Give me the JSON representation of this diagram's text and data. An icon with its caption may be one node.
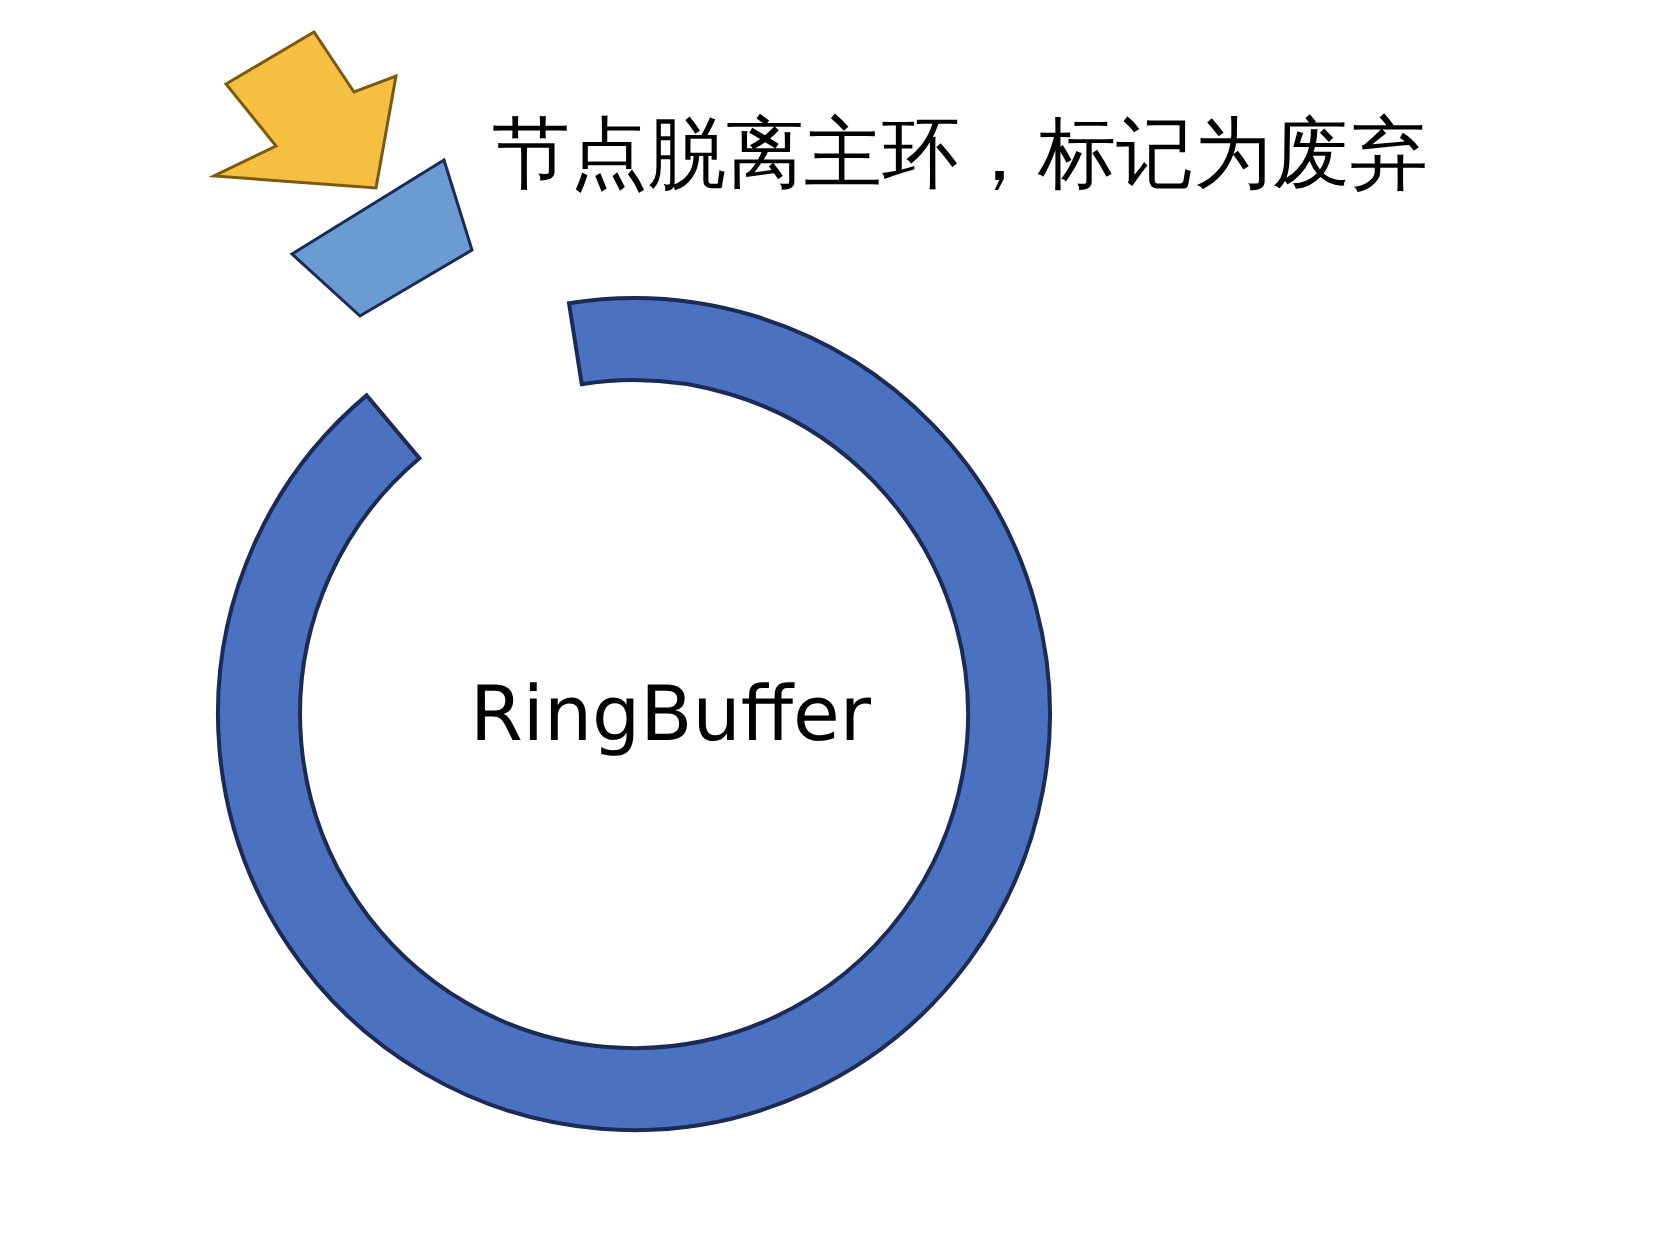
{
  "diagram": {
    "nodes": [
      {
        "text": [
          "RingBuffer"
        ]
      },
      {
        "text": [],
        "shape": "box"
      }
    ],
    "labels": [
      "节点脱离主环，标记为废弃"
    ]
  }
}
